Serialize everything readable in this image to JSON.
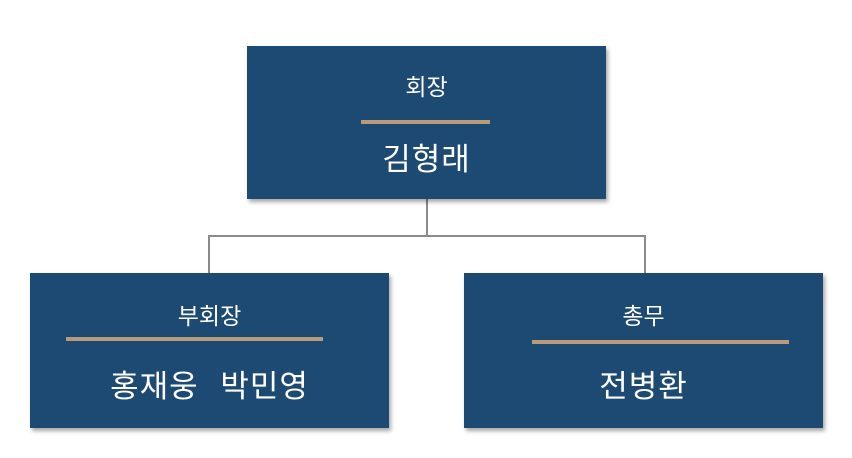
{
  "chart": {
    "root": {
      "role": "회장",
      "name": "김형래"
    },
    "children": [
      {
        "role": "부회장",
        "name": "홍재웅  박민영"
      },
      {
        "role": "총무",
        "name": "전병환"
      }
    ]
  },
  "colors": {
    "box": "#1D4A73",
    "accent": "#B89B7A",
    "connector": "#8a8a8a"
  }
}
